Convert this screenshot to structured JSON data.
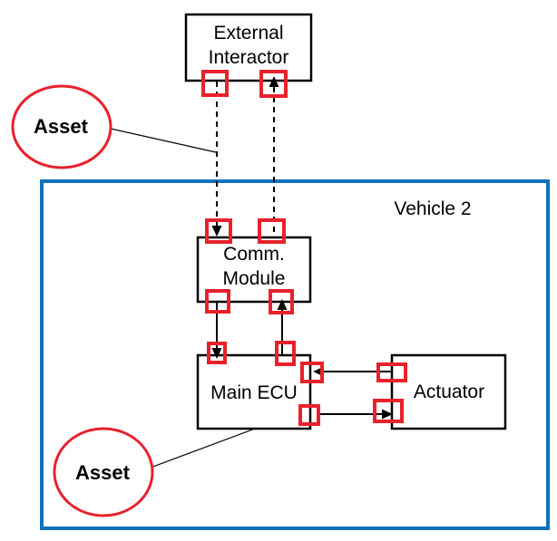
{
  "diagram": {
    "vehicle_boundary": {
      "label": "Vehicle 2"
    },
    "external_interactor": {
      "line1": "External",
      "line2": "Interactor"
    },
    "comm_module": {
      "line1": "Comm.",
      "line2": "Module"
    },
    "main_ecu": {
      "label": "Main ECU"
    },
    "actuator": {
      "label": "Actuator"
    },
    "asset_top": {
      "label": "Asset"
    },
    "asset_bottom": {
      "label": "Asset"
    },
    "colors": {
      "port_outline": "#e8212b",
      "asset_outline": "#e8212b",
      "vehicle_outline": "#0f72ba",
      "connector": "#000000",
      "node_fill": "#ffffff",
      "text": "#000000"
    }
  }
}
